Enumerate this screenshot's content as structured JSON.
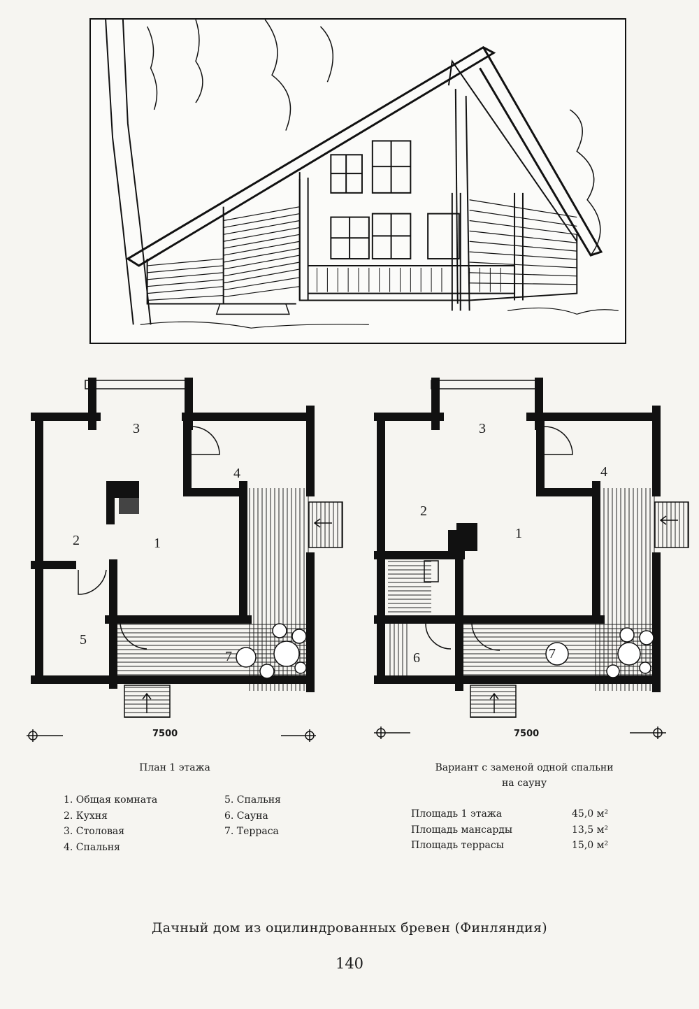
{
  "plans": {
    "left": {
      "dimension": "7500",
      "caption": "План 1 этажа",
      "rooms": [
        "3",
        "4",
        "2",
        "1",
        "5",
        "7"
      ]
    },
    "right": {
      "dimension": "7500",
      "caption_line1": "Вариант с заменой одной спальни",
      "caption_line2": "на сауну",
      "rooms": [
        "3",
        "4",
        "2",
        "1",
        "6",
        "7"
      ]
    }
  },
  "legend": {
    "col1": [
      "1. Общая комната",
      "2. Кухня",
      "3. Столовая",
      "4. Спальня"
    ],
    "col2": [
      "5. Спальня",
      "6. Сауна",
      "7. Терраса"
    ]
  },
  "areas": [
    {
      "label": "Площадь  1 этажа",
      "value": "45,0 м²"
    },
    {
      "label": "Площадь мансарды",
      "value": "13,5 м²"
    },
    {
      "label": "Площадь террасы",
      "value": "15,0 м²"
    }
  ],
  "title": "Дачный дом из оцилиндрованных бревен (Финляндия)",
  "page_number": "140",
  "icons": [
    "house-sketch-illustration",
    "axis-marker-icon",
    "entrance-arrow-icon"
  ]
}
